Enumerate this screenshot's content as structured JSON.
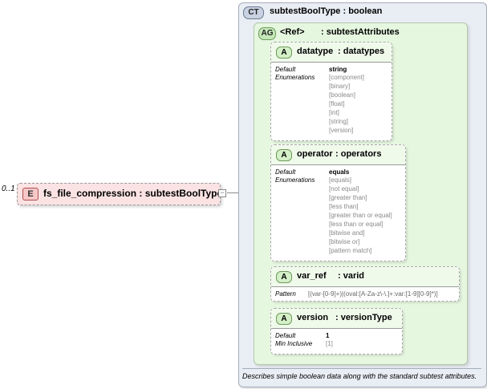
{
  "element": {
    "badge": "E",
    "label": "fs_file_compression : subtestBoolType",
    "occurrence": "0..1",
    "collapse": "−"
  },
  "complex_type": {
    "badge": "CT",
    "title": "subtestBoolType : boolean",
    "description": "Describes simple boolean data along with the standard subtest attributes."
  },
  "attribute_group": {
    "badge": "AG",
    "ref": "<Ref>",
    "type": ": subtestAttributes"
  },
  "attributes": [
    {
      "badge": "A",
      "name": "datatype",
      "type": ": datatypes",
      "default_label": "Default",
      "default_value": "string",
      "enum_label": "Enumerations",
      "enumerations": [
        "[component]",
        "[binary]",
        "[boolean]",
        "[float]",
        "[int]",
        "[string]",
        "[version]"
      ]
    },
    {
      "badge": "A",
      "name": "operator",
      "type": ": operators",
      "default_label": "Default",
      "default_value": "equals",
      "enum_label": "Enumerations",
      "enumerations": [
        "[equals]",
        "[not equal]",
        "[greater than]",
        "[less than]",
        "[greater than or equal]",
        "[less than or equal]",
        "[bitwise and]",
        "[bitwise or]",
        "[pattern match]"
      ]
    },
    {
      "badge": "A",
      "name": "var_ref",
      "type": ": varid",
      "pattern_label": "Pattern",
      "pattern_value": "[(var-[0-9]+)|(oval:[A-Za-z\\-\\.]+:var:[1-9][0-9]*)]"
    },
    {
      "badge": "A",
      "name": "version",
      "type": ": versionType",
      "default_label": "Default",
      "default_value": "1",
      "min_label": "Min Inclusive",
      "min_value": "[1]"
    }
  ]
}
